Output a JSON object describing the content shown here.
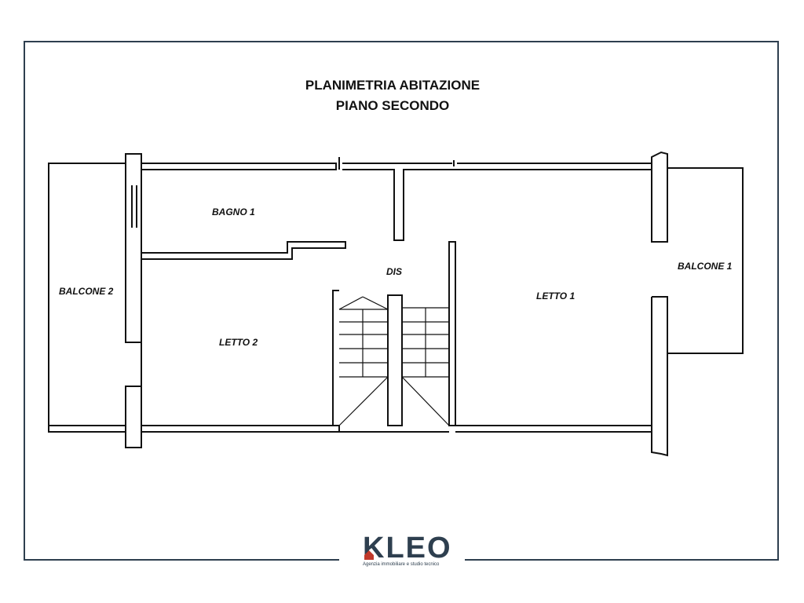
{
  "title": {
    "line1": "PLANIMETRIA ABITAZIONE",
    "line2": "PIANO SECONDO"
  },
  "rooms": {
    "bagno1": "BAGNO 1",
    "dis": "DIS",
    "letto1": "LETTO 1",
    "letto2": "LETTO 2",
    "balcone1": "BALCONE 1",
    "balcone2": "BALCONE 2"
  },
  "logo": {
    "name": "KLEO",
    "tagline": "Agenzia immobiliare e studio tecnico"
  },
  "colors": {
    "frame": "#2e3f4f",
    "walls": "#111111",
    "logo_accent": "#c0392b"
  }
}
